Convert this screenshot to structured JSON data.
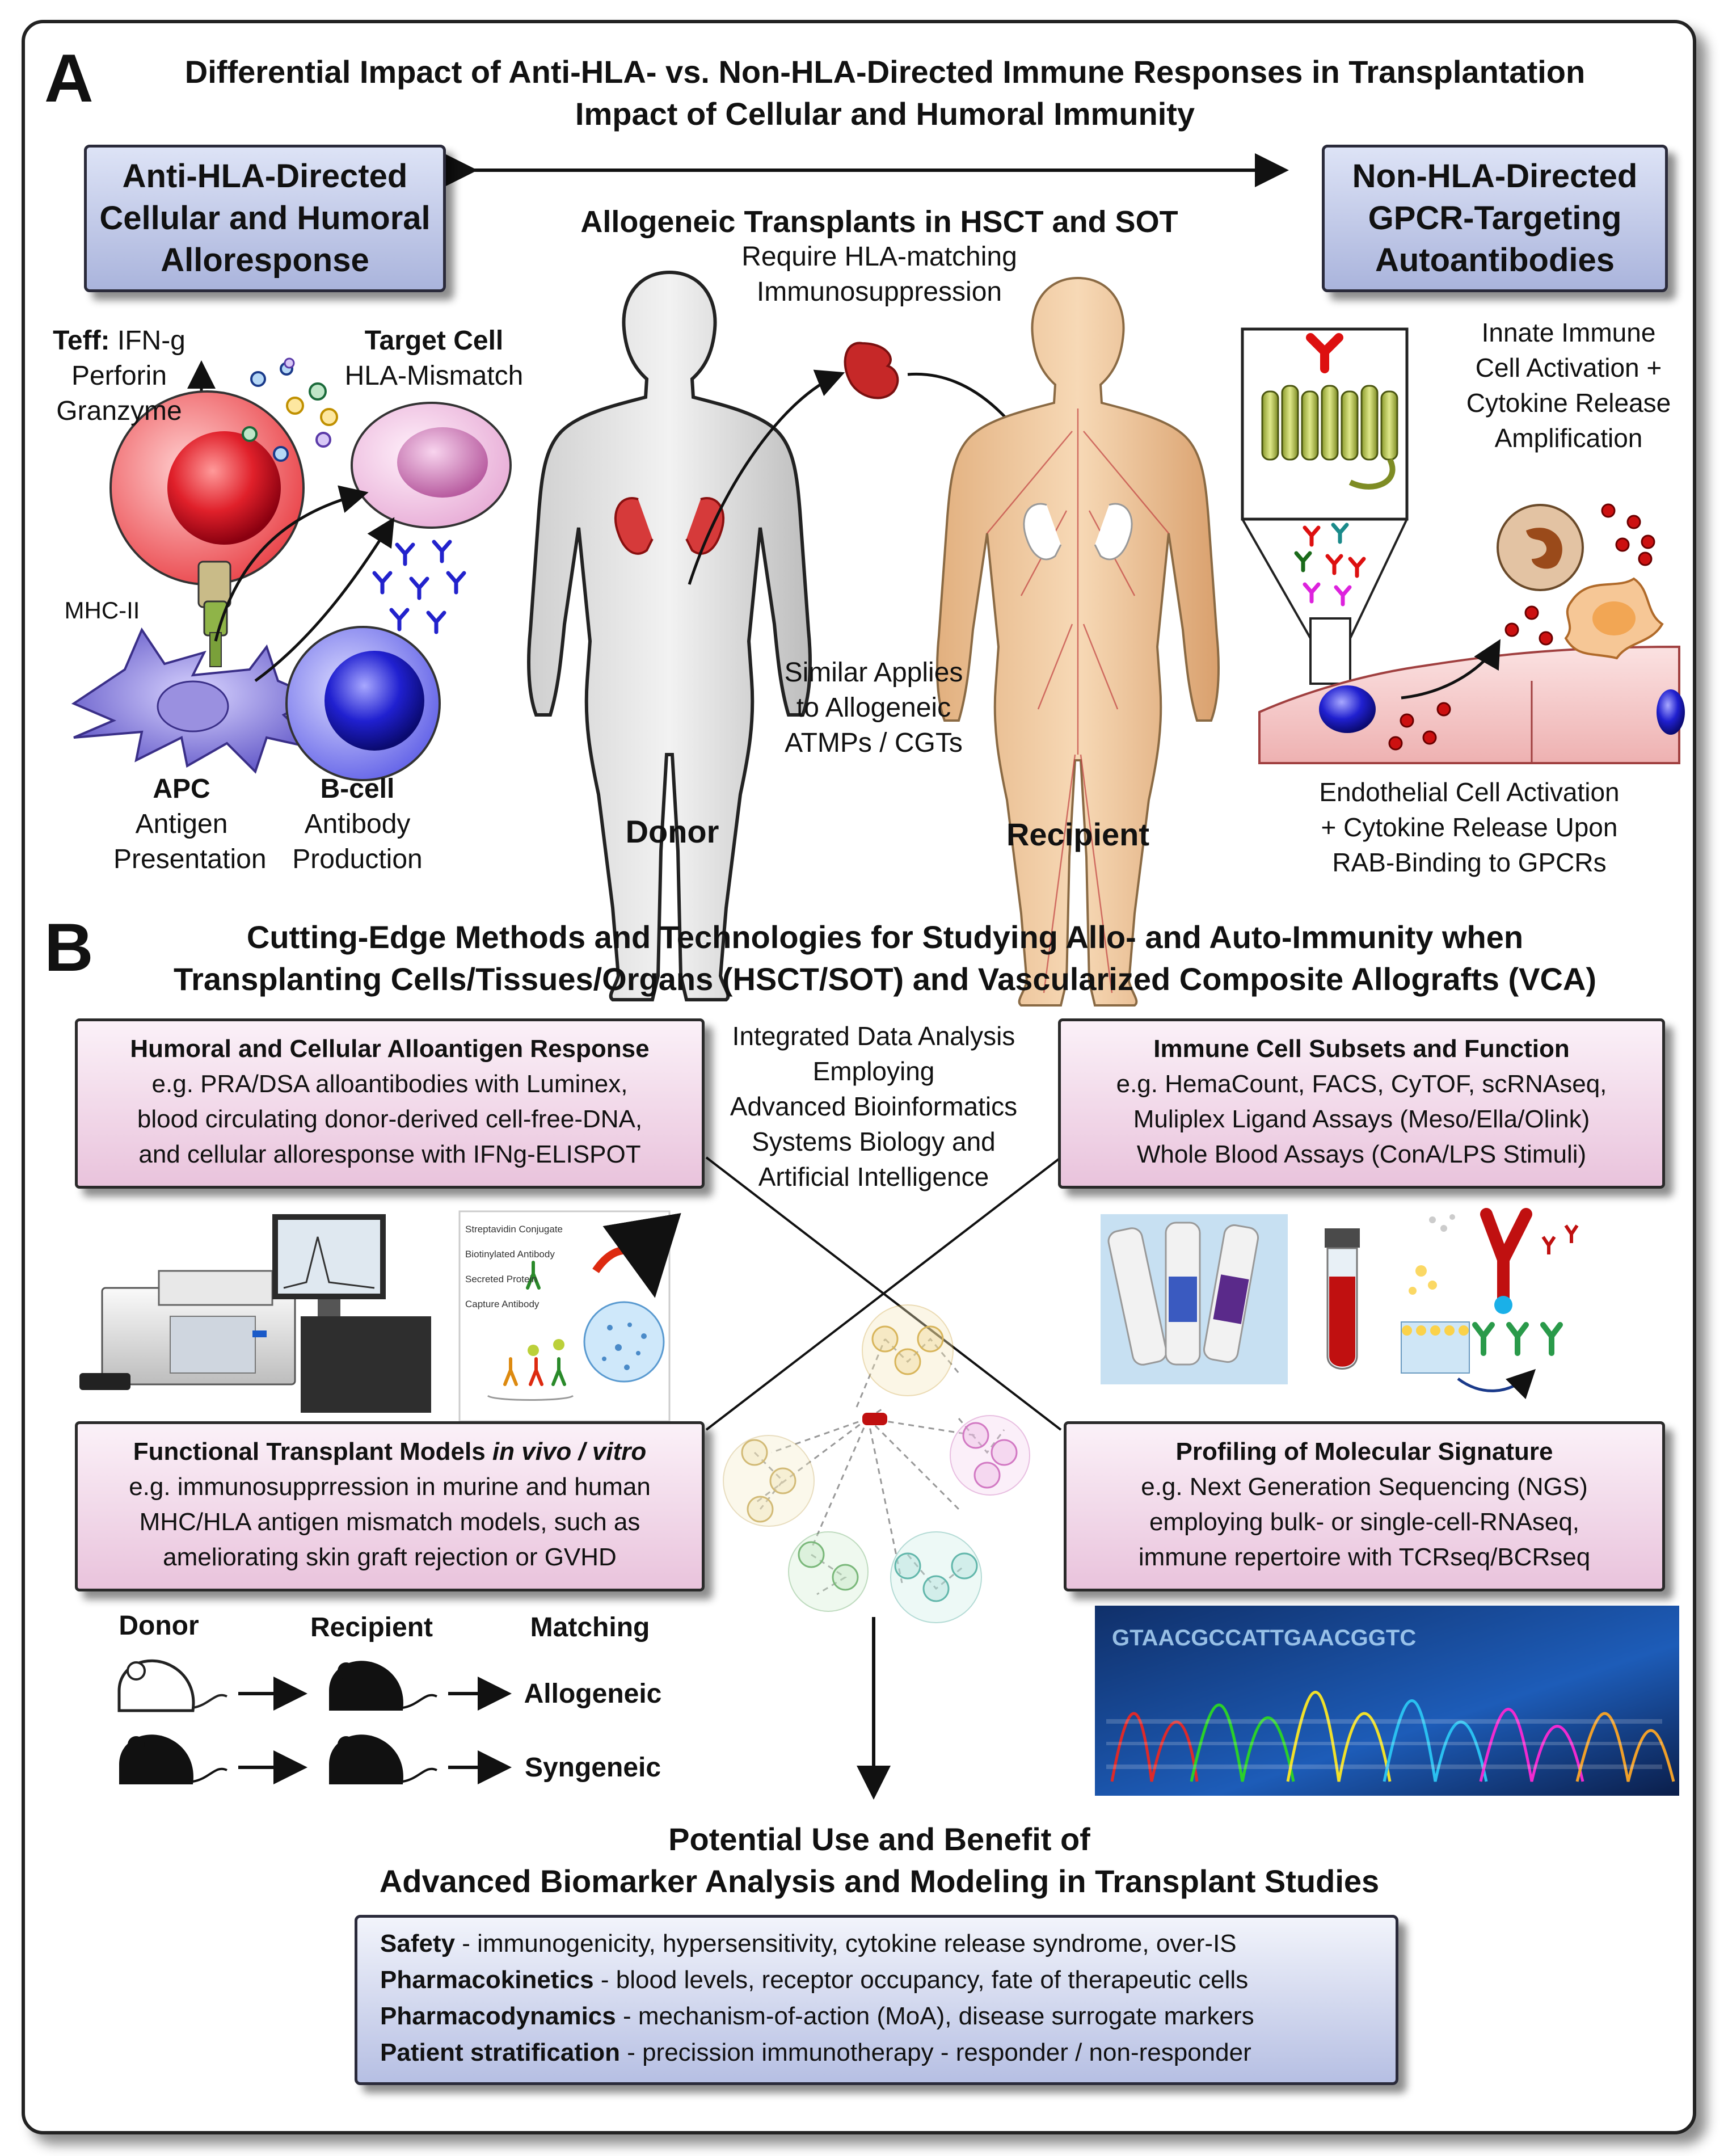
{
  "panel_a": {
    "letter": "A",
    "title_line1": "Differential Impact of Anti-HLA- vs. Non-HLA-Directed Immune Responses in Transplantation",
    "title_line2": "Impact of Cellular and Humoral Immunity",
    "left_box": [
      "Anti-HLA-Directed",
      "Cellular and Humoral",
      "Alloresponse"
    ],
    "right_box": [
      "Non-HLA-Directed",
      "GPCR-Targeting",
      "Autoantibodies"
    ],
    "center_heading": "Allogeneic Transplants in HSCT and SOT",
    "center_sub1": "Require HLA-matching",
    "center_sub2": "Immunosuppression",
    "teff_label": "Teff:",
    "teff_line1": "IFN-g",
    "teff_line2": "Perforin",
    "teff_line3": "Granzyme",
    "target_cell_title": "Target Cell",
    "target_cell_sub": "HLA-Mismatch",
    "mhc_label": "MHC-II",
    "apc_title": "APC",
    "apc_line1": "Antigen",
    "apc_line2": "Presentation",
    "bcell_title": "B-cell",
    "bcell_line1": "Antibody",
    "bcell_line2": "Production",
    "donor_label": "Donor",
    "recipient_label": "Recipient",
    "similar_line1": "Similar Applies",
    "similar_line2": "to Allogeneic",
    "similar_line3": "ATMPs / CGTs",
    "innate_line1": "Innate Immune",
    "innate_line2": "Cell Activation +",
    "innate_line3": "Cytokine Release",
    "innate_line4": "Amplification",
    "endo_line1": "Endothelial Cell Activation",
    "endo_line2": "+ Cytokine Release Upon",
    "endo_line3": "RAB-Binding to GPCRs"
  },
  "panel_b": {
    "letter": "B",
    "title_line1": "Cutting-Edge Methods and Technologies for Studying Allo- and Auto-Immunity when",
    "title_line2": "Transplanting Cells/Tissues/Organs (HSCT/SOT) and Vascularized Composite Allografts (VCA)",
    "humoral_box": {
      "heading": "Humoral and Cellular Alloantigen Response",
      "lines": [
        "e.g. PRA/DSA alloantibodies with Luminex,",
        "blood circulating donor-derived cell-free-DNA,",
        "and cellular alloresponse with IFNg-ELISPOT"
      ]
    },
    "immune_box": {
      "heading": "Immune Cell Subsets and Function",
      "lines": [
        "e.g. HemaCount, FACS, CyTOF, scRNAseq,",
        "Muliplex Ligand Assays (Meso/Ella/Olink)",
        "Whole Blood Assays (ConA/LPS Stimuli)"
      ]
    },
    "functional_box": {
      "heading_pre": "Functional Transplant Models ",
      "heading_em": "in vivo / vitro",
      "lines": [
        "e.g. immunosupprression in murine and human",
        "MHC/HLA antigen mismatch models, such as",
        "ameliorating skin graft rejection or GVHD"
      ]
    },
    "profiling_box": {
      "heading": "Profiling of Molecular Signature",
      "lines": [
        "e.g. Next Generation Sequencing (NGS)",
        "employing bulk- or single-cell-RNAseq,",
        "immune repertoire with TCRseq/BCRseq"
      ]
    },
    "center_text": [
      "Integrated Data Analysis",
      "Employing",
      "Advanced Bioinformatics",
      "Systems Biology and",
      "Artificial Intelligence"
    ],
    "elispot_labels": [
      "Streptavidin Conjugate",
      "Biotinylated Antibody",
      "Secreted Protein",
      "Capture Antibody"
    ],
    "mouse_headers": {
      "donor": "Donor",
      "recipient": "Recipient",
      "matching": "Matching"
    },
    "mouse_rows": [
      "Allogeneic",
      "Syngeneic"
    ],
    "benefit_title_line1": "Potential Use and Benefit of",
    "benefit_title_line2": "Advanced Biomarker Analysis and Modeling in Transplant Studies",
    "benefit_items": [
      {
        "term": "Safety",
        "desc": " - immunogenicity, hypersensitivity, cytokine release syndrome, over-IS"
      },
      {
        "term": "Pharmacokinetics",
        "desc": " - blood levels, receptor occupancy, fate of therapeutic cells"
      },
      {
        "term": "Pharmacodynamics",
        "desc": " - mechanism-of-action (MoA), disease surrogate markers"
      },
      {
        "term": "Patient stratification",
        "desc": " - precission immunotherapy - responder / non-responder"
      }
    ]
  }
}
